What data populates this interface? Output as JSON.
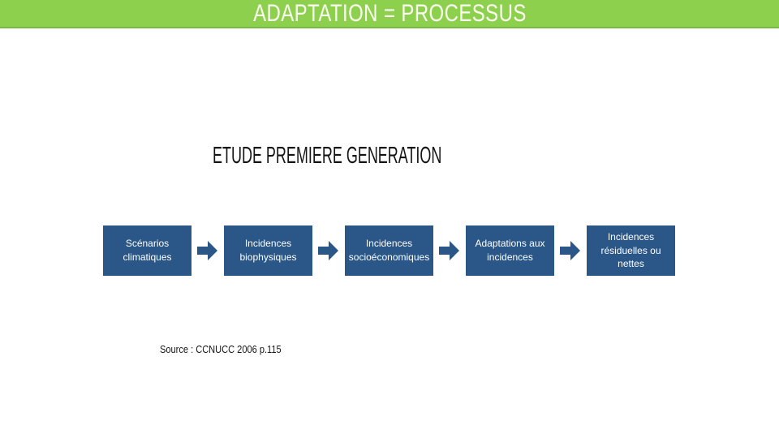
{
  "colors": {
    "green": "#8dd04d",
    "green-dark": "#7abc43",
    "blue": "#2a5788",
    "text-dark": "#141414",
    "white": "#ffffff"
  },
  "header": {
    "title": "ADAPTATION = PROCESSUS"
  },
  "section": {
    "heading": "ETUDE PREMIERE GENERATION"
  },
  "flow": {
    "arrow_icon": "arrow-right",
    "steps": [
      {
        "label": "Scénarios climatiques"
      },
      {
        "label": "Incidences biophysiques"
      },
      {
        "label": "Incidences socioéconomiques"
      },
      {
        "label": "Adaptations aux incidences"
      },
      {
        "label": "Incidences résiduelles ou nettes"
      }
    ]
  },
  "source": {
    "text": "Source : CCNUCC 2006 p.115"
  }
}
